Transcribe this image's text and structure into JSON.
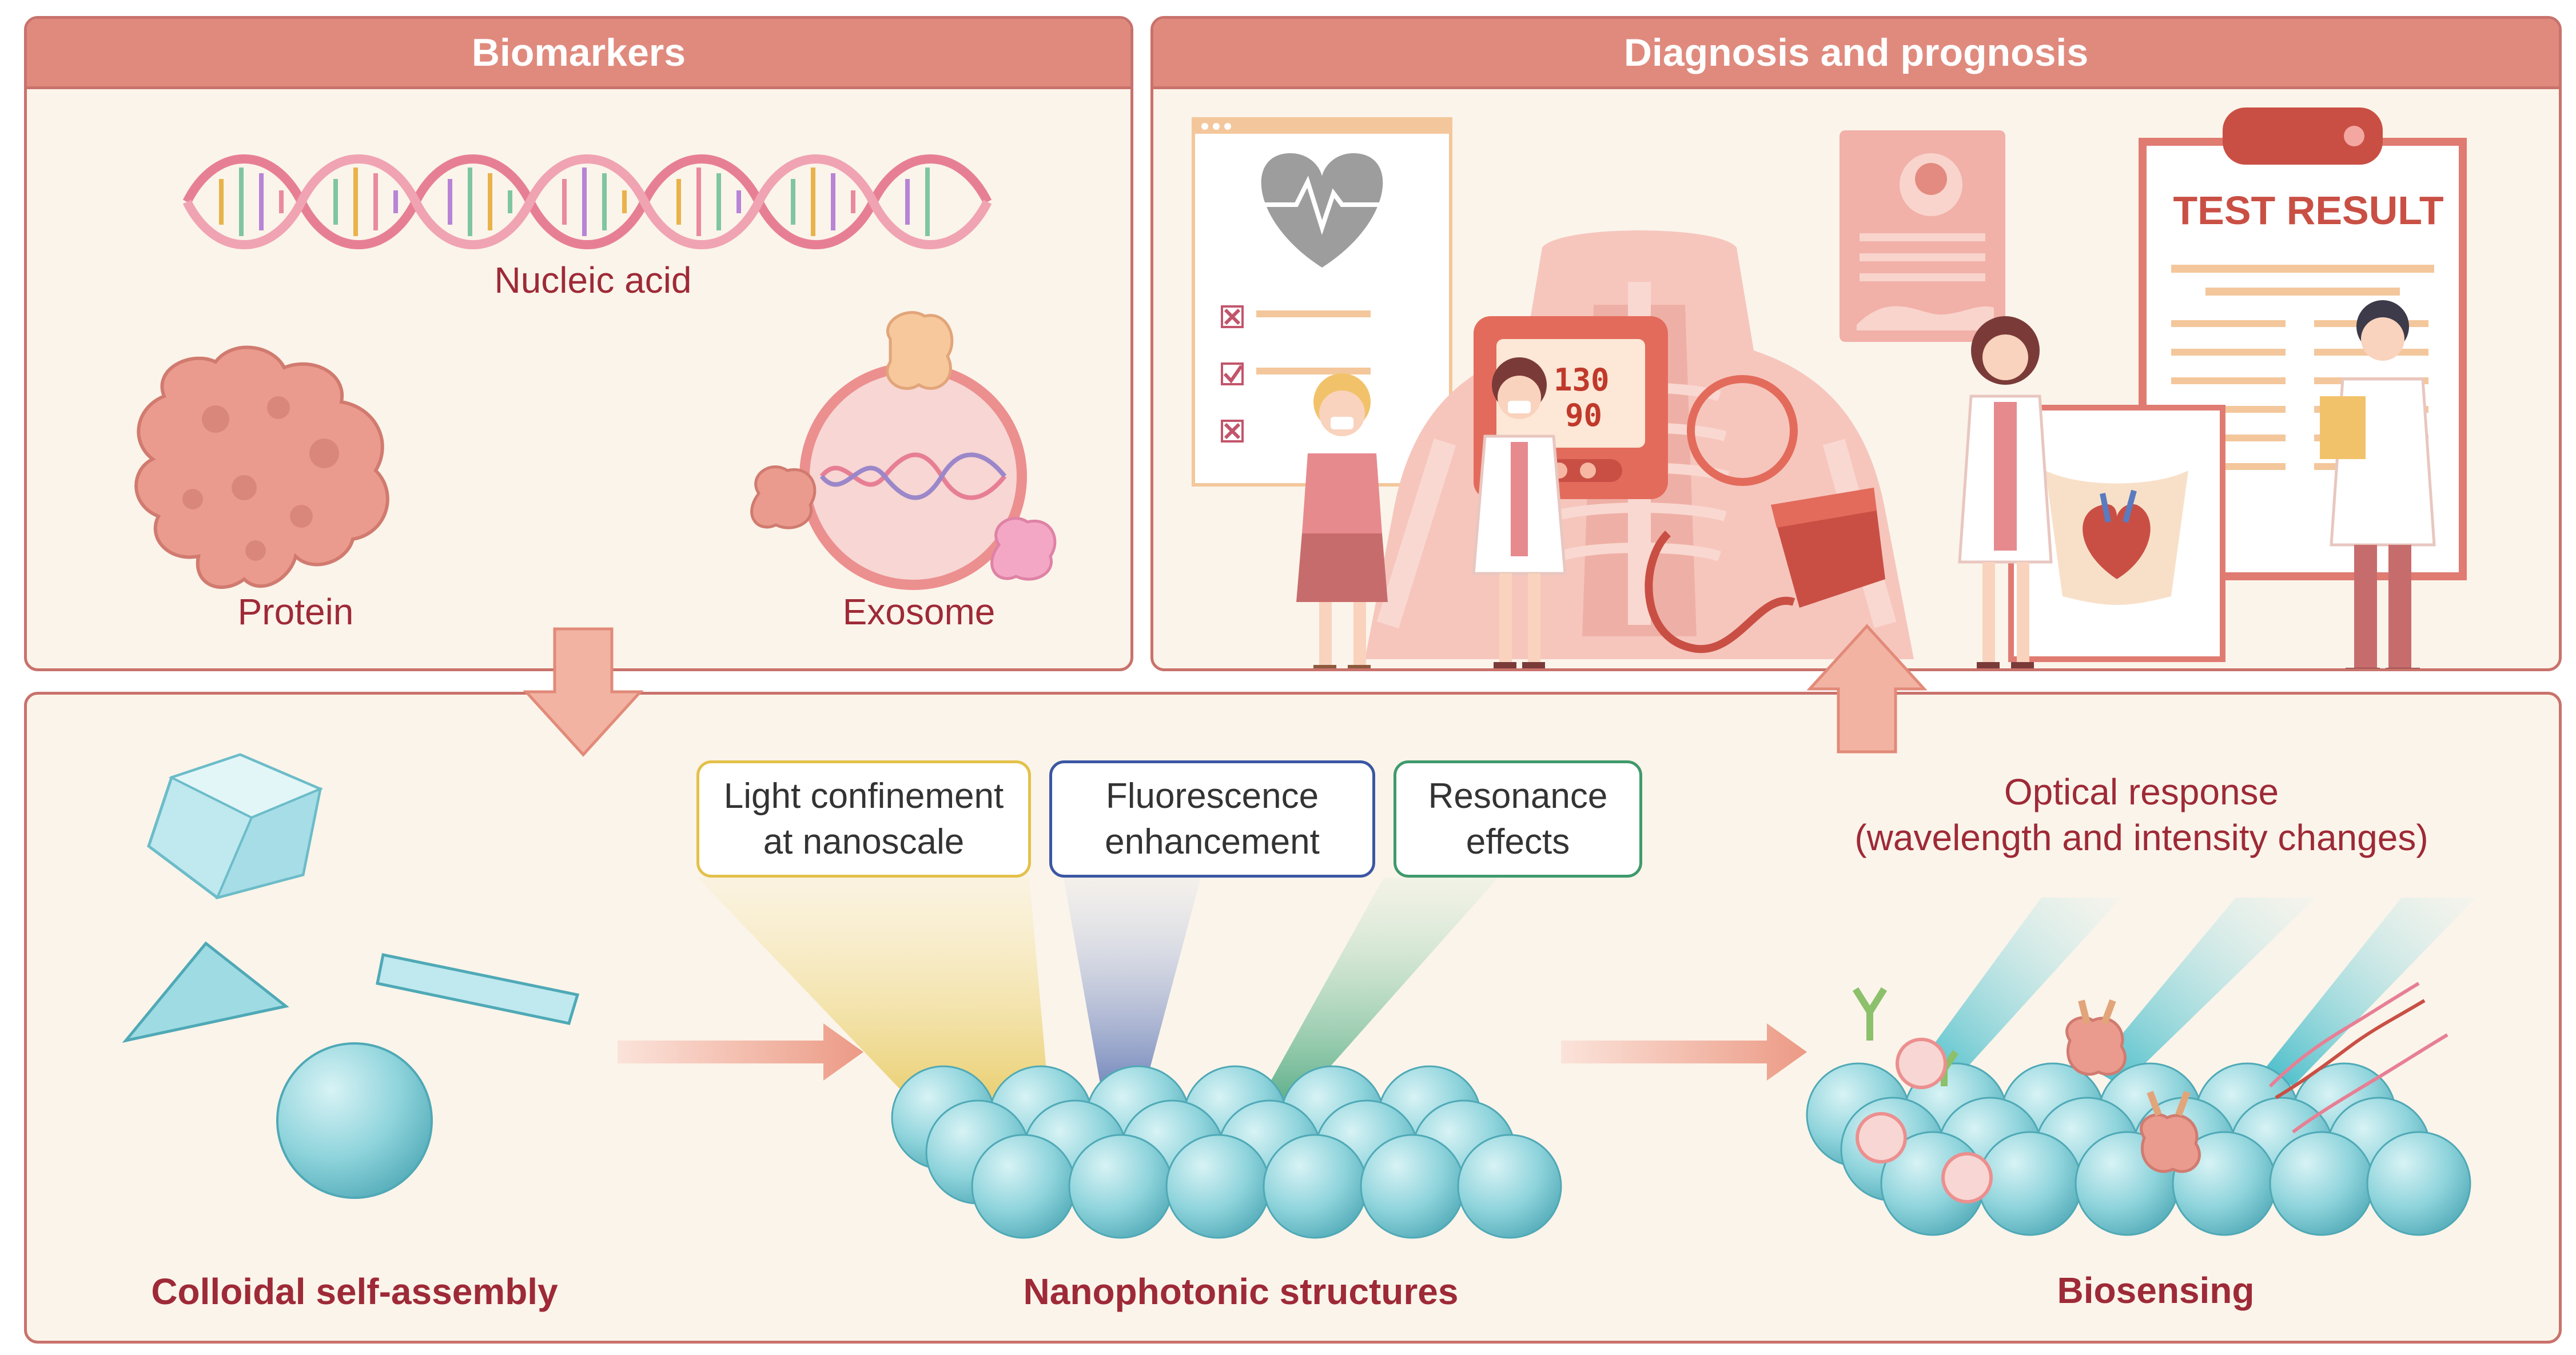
{
  "biomarkers_panel": {
    "title": "Biomarkers",
    "nucleic_acid_label": "Nucleic acid",
    "protein_label": "Protein",
    "exosome_label": "Exosome"
  },
  "diagnosis_panel": {
    "title": "Diagnosis and prognosis",
    "monitor_reading_top": "130",
    "monitor_reading_bottom": "90",
    "clipboard_title": "TEST RESULT"
  },
  "process_panel": {
    "assembly_label": "Colloidal self-assembly",
    "nanophotonic_label": "Nanophotonic structures",
    "biosensing_label": "Biosensing",
    "optical_response": "Optical response\n(wavelength and intensity changes)",
    "effects": [
      {
        "text": "Light confinement\nat nanoscale",
        "color": "#e3c14a"
      },
      {
        "text": "Fluorescence\nenhancement",
        "color": "#3b57a3"
      },
      {
        "text": "Resonance\neffects",
        "color": "#3f9a6c"
      }
    ]
  },
  "colors": {
    "panel_border": "#c9726c",
    "panel_header": "#e08a7e",
    "panel_background": "#fbf4ea",
    "label_text": "#9e2a37",
    "sphere": "#8fd4dc",
    "arrow": "#ec9a85"
  }
}
